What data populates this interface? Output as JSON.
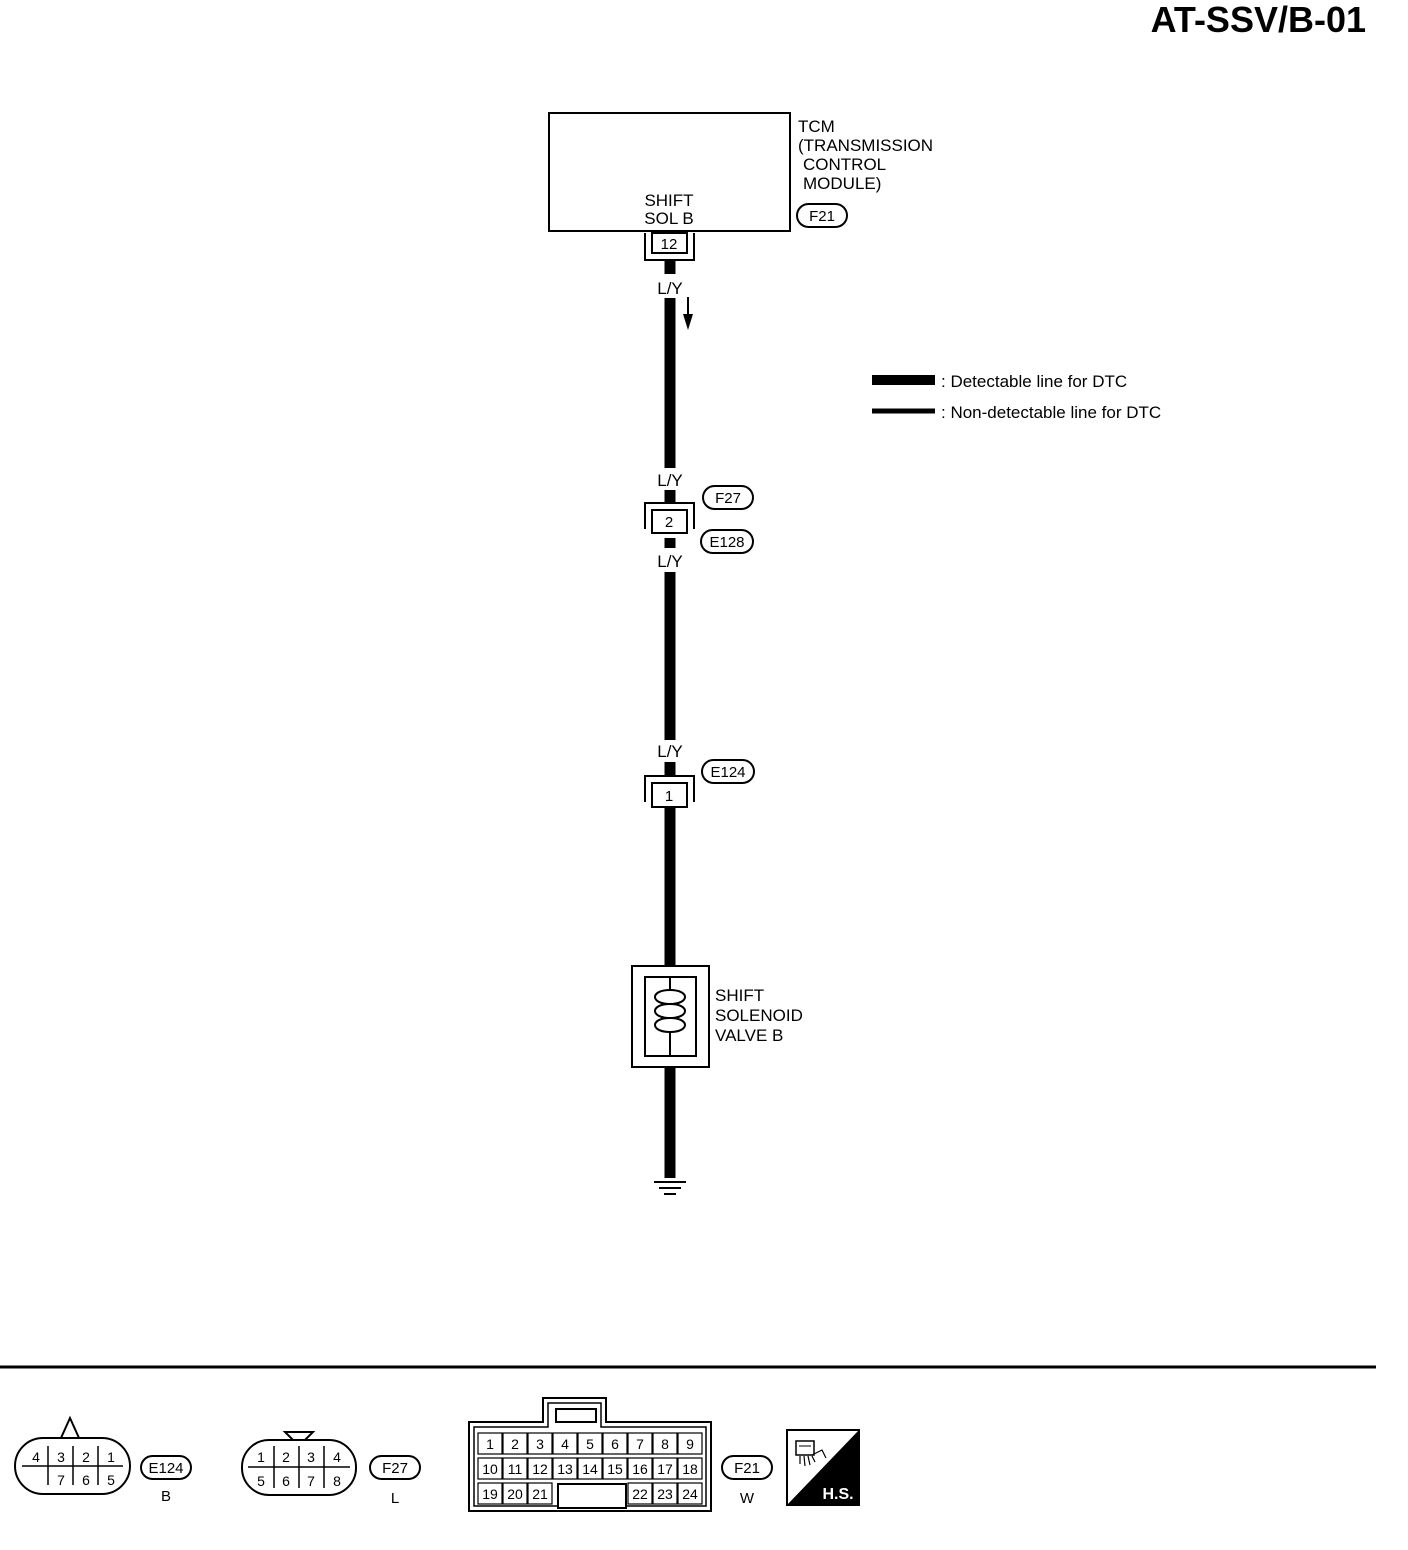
{
  "title": "AT-SSV/B-01",
  "tcm": {
    "label_lines": [
      "TCM",
      "(TRANSMISSION",
      "CONTROL",
      "MODULE)"
    ],
    "terminal_lines": [
      "SHIFT",
      "SOL B"
    ],
    "connector": "F21",
    "pin": "12"
  },
  "wire": {
    "color_code": "L/Y"
  },
  "legend": {
    "detectable": ": Detectable line for DTC",
    "non_detectable": ": Non-detectable line for DTC"
  },
  "junction": {
    "connector_top": "F27",
    "connector_bottom": "E128",
    "pin": "2"
  },
  "solenoid_connector": {
    "connector": "E124",
    "pin": "1"
  },
  "solenoid": {
    "label_lines": [
      "SHIFT",
      "SOLENOID",
      "VALVE B"
    ]
  },
  "connector_views": [
    {
      "id": "E124",
      "color": "B",
      "top_pins": [
        "4",
        "3",
        "2",
        "1"
      ],
      "bottom_pins": [
        "7",
        "6",
        "5"
      ]
    },
    {
      "id": "F27",
      "color": "L",
      "top_pins": [
        "1",
        "2",
        "3",
        "4"
      ],
      "bottom_pins": [
        "5",
        "6",
        "7",
        "8"
      ]
    },
    {
      "id": "F21",
      "color": "W",
      "rows": [
        [
          "1",
          "2",
          "3",
          "4",
          "5",
          "6",
          "7",
          "8",
          "9"
        ],
        [
          "10",
          "11",
          "12",
          "13",
          "14",
          "15",
          "16",
          "17",
          "18"
        ],
        [
          "19",
          "20",
          "21",
          "22",
          "23",
          "24"
        ]
      ]
    }
  ],
  "hs_badge": "H.S."
}
